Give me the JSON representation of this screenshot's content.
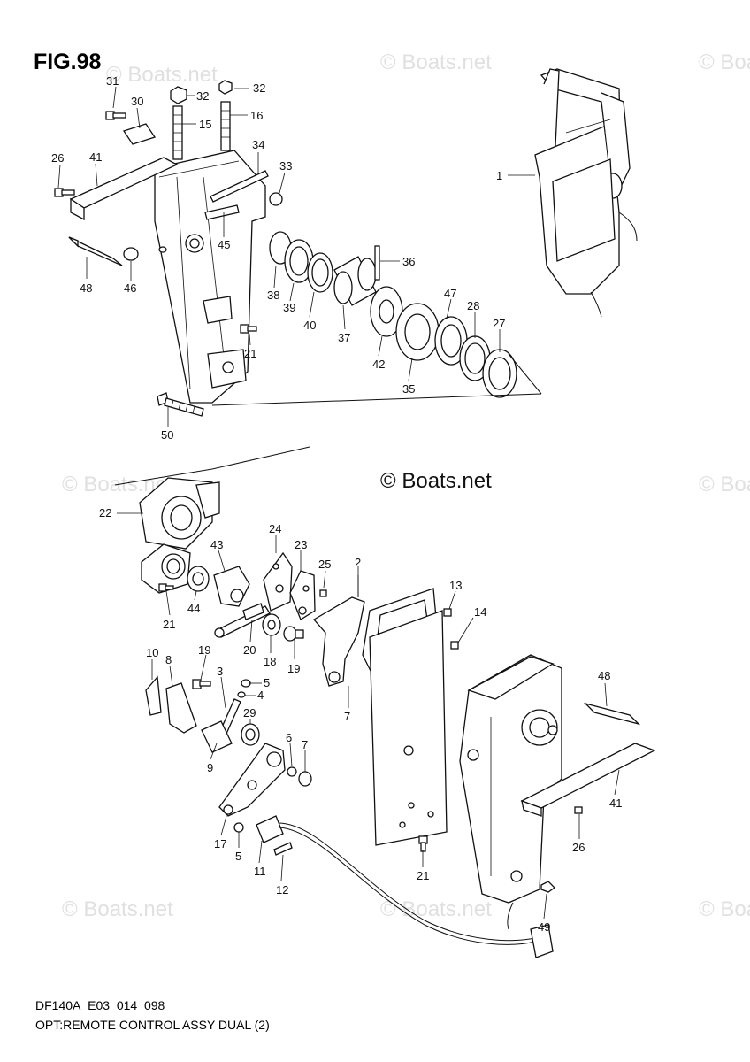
{
  "figure_title": "FIG.98",
  "model_code": "DF140A_E03_014_098",
  "caption": "OPT:REMOTE CONTROL ASSY DUAL (2)",
  "watermark": "© Boats.net",
  "part_labels": [
    "31",
    "30",
    "32",
    "32",
    "15",
    "16",
    "26",
    "41",
    "34",
    "33",
    "45",
    "48",
    "46",
    "36",
    "38",
    "39",
    "40",
    "37",
    "42",
    "47",
    "28",
    "27",
    "35",
    "21",
    "50",
    "1",
    "22",
    "24",
    "23",
    "25",
    "2",
    "13",
    "14",
    "43",
    "44",
    "21",
    "20",
    "18",
    "19",
    "10",
    "8",
    "19",
    "3",
    "5",
    "4",
    "7",
    "48",
    "29",
    "9",
    "6",
    "7",
    "17",
    "5",
    "11",
    "12",
    "21",
    "41",
    "26",
    "49"
  ]
}
